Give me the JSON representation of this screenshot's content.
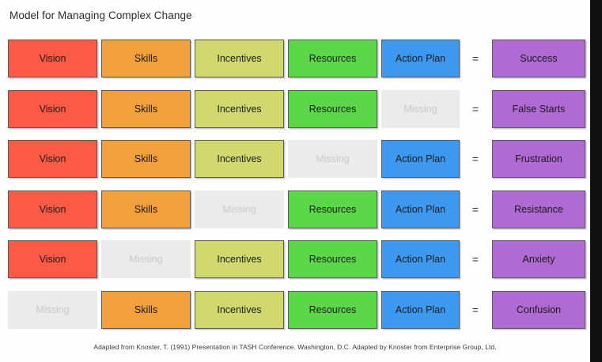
{
  "page_title": "Model for Managing Complex Change",
  "footnote": "Adapted from Knoster, T. (1991) Presentation in TASH Conference. Washington, D.C. Adapted by Knoster from Enterprise Group, Ltd.",
  "equals_symbol": "=",
  "missing_label": "Missing",
  "colors": {
    "vision": "#fb5b44",
    "skills": "#f2a03c",
    "incentives": "#d1d96e",
    "resources": "#5cd74a",
    "action_plan": "#3d99ef",
    "result": "#b06ad4",
    "missing_bg": "#ebebeb",
    "missing_text": "#c9c9c9",
    "page_bg": "#ffffff",
    "right_band": "#111111"
  },
  "columns": [
    "Vision",
    "Skills",
    "Incentives",
    "Resources",
    "Action Plan"
  ],
  "rows": [
    {
      "cells": [
        {
          "label": "Vision",
          "missing": false,
          "color": "#fb5b44"
        },
        {
          "label": "Skills",
          "missing": false,
          "color": "#f2a03c"
        },
        {
          "label": "Incentives",
          "missing": false,
          "color": "#d1d96e"
        },
        {
          "label": "Resources",
          "missing": false,
          "color": "#5cd74a"
        },
        {
          "label": "Action Plan",
          "missing": false,
          "color": "#3d99ef"
        }
      ],
      "result": {
        "label": "Success",
        "color": "#b06ad4"
      }
    },
    {
      "cells": [
        {
          "label": "Vision",
          "missing": false,
          "color": "#fb5b44"
        },
        {
          "label": "Skills",
          "missing": false,
          "color": "#f2a03c"
        },
        {
          "label": "Incentives",
          "missing": false,
          "color": "#d1d96e"
        },
        {
          "label": "Resources",
          "missing": false,
          "color": "#5cd74a"
        },
        {
          "label": "Missing",
          "missing": true,
          "color": "#ebebeb"
        }
      ],
      "result": {
        "label": "False Starts",
        "color": "#b06ad4"
      }
    },
    {
      "cells": [
        {
          "label": "Vision",
          "missing": false,
          "color": "#fb5b44"
        },
        {
          "label": "Skills",
          "missing": false,
          "color": "#f2a03c"
        },
        {
          "label": "Incentives",
          "missing": false,
          "color": "#d1d96e"
        },
        {
          "label": "Missing",
          "missing": true,
          "color": "#ebebeb"
        },
        {
          "label": "Action Plan",
          "missing": false,
          "color": "#3d99ef"
        }
      ],
      "result": {
        "label": "Frustration",
        "color": "#b06ad4"
      }
    },
    {
      "cells": [
        {
          "label": "Vision",
          "missing": false,
          "color": "#fb5b44"
        },
        {
          "label": "Skills",
          "missing": false,
          "color": "#f2a03c"
        },
        {
          "label": "Missing",
          "missing": true,
          "color": "#ebebeb"
        },
        {
          "label": "Resources",
          "missing": false,
          "color": "#5cd74a"
        },
        {
          "label": "Action Plan",
          "missing": false,
          "color": "#3d99ef"
        }
      ],
      "result": {
        "label": "Resistance",
        "color": "#b06ad4"
      }
    },
    {
      "cells": [
        {
          "label": "Vision",
          "missing": false,
          "color": "#fb5b44"
        },
        {
          "label": "Missing",
          "missing": true,
          "color": "#ebebeb"
        },
        {
          "label": "Incentives",
          "missing": false,
          "color": "#d1d96e"
        },
        {
          "label": "Resources",
          "missing": false,
          "color": "#5cd74a"
        },
        {
          "label": "Action Plan",
          "missing": false,
          "color": "#3d99ef"
        }
      ],
      "result": {
        "label": "Anxiety",
        "color": "#b06ad4"
      }
    },
    {
      "cells": [
        {
          "label": "Missing",
          "missing": true,
          "color": "#ebebeb"
        },
        {
          "label": "Skills",
          "missing": false,
          "color": "#f2a03c"
        },
        {
          "label": "Incentives",
          "missing": false,
          "color": "#d1d96e"
        },
        {
          "label": "Resources",
          "missing": false,
          "color": "#5cd74a"
        },
        {
          "label": "Action Plan",
          "missing": false,
          "color": "#3d99ef"
        }
      ],
      "result": {
        "label": "Confusion",
        "color": "#b06ad4"
      }
    }
  ]
}
